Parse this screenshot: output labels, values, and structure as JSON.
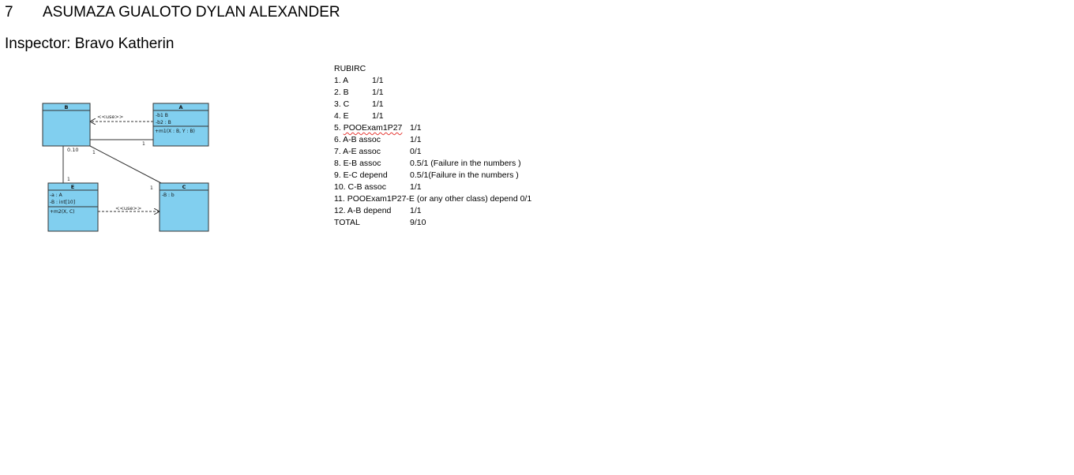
{
  "header": {
    "number": "7",
    "student_name": "ASUMAZA GUALOTO DYLAN ALEXANDER",
    "inspector": "Inspector: Bravo Katherin"
  },
  "diagram": {
    "fill_color": "#81cfef",
    "classes": {
      "B": {
        "name": "B",
        "attributes": [],
        "methods": []
      },
      "A": {
        "name": "A",
        "attributes": [
          "-b1 B",
          "-b2 : B"
        ],
        "methods": [
          "+m1(X : B, Y : B)"
        ]
      },
      "E": {
        "name": "E",
        "attributes": [
          "-a : A",
          "-B : int[10]"
        ],
        "methods": [
          "+m2(X, C)"
        ]
      },
      "C": {
        "name": "C",
        "attributes": [
          "-B : b"
        ],
        "methods": []
      }
    },
    "labels": {
      "use_ab": "<<use>>",
      "use_ec": "<<use>>",
      "mult_a_b": "1",
      "mult_b_e_top": "0.10",
      "mult_b_e_bottom": "1",
      "mult_b_c_top": "1",
      "mult_b_c_bottom": "1"
    }
  },
  "rubric": {
    "title": "RUBIRC",
    "items": [
      {
        "label": "1. A",
        "score": "1/1"
      },
      {
        "label": "2. B",
        "score": "1/1"
      },
      {
        "label": "3. C",
        "score": "1/1"
      },
      {
        "label": "4. E",
        "score": "1/1"
      },
      {
        "label_prefix": "5. ",
        "label_underlined": "POOExam1P27",
        "score": "1/1"
      },
      {
        "label": "6. A-B assoc",
        "score": "1/1"
      },
      {
        "label": "7. A-E assoc",
        "score": "0/1"
      },
      {
        "label": "8. E-B assoc",
        "score": "0.5/1 (Failure in the numbers )"
      },
      {
        "label": "9. E-C depend",
        "score": "0.5/1(Failure in the numbers )"
      },
      {
        "label": "10. C-B assoc",
        "score": "1/1"
      },
      {
        "label": "11. POOExam1P27-E (or any other class) depend 0/1"
      },
      {
        "label": "12. A-B depend",
        "score": "1/1"
      },
      {
        "label": "TOTAL",
        "score": "9/10"
      }
    ]
  }
}
